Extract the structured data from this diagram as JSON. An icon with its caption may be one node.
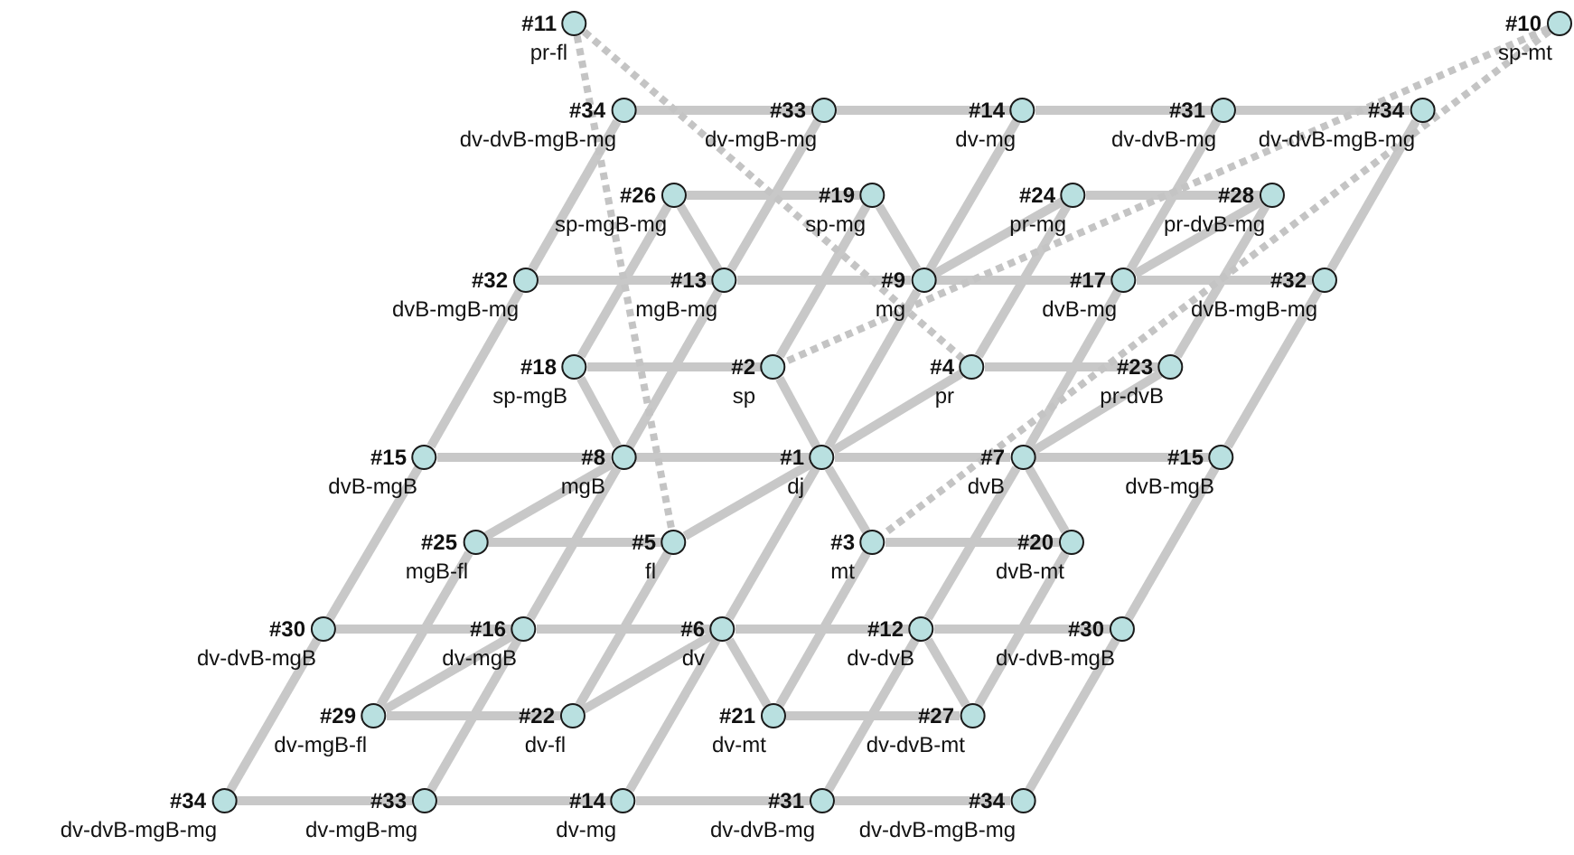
{
  "diagram": {
    "nodes": [
      {
        "text": [
          "#11",
          "pr-fl"
        ]
      },
      {
        "text": [
          "#10",
          "sp-mt"
        ]
      },
      {
        "text": [
          "#34",
          "dv-dvB-mgB-mg"
        ]
      },
      {
        "text": [
          "#33",
          "dv-mgB-mg"
        ]
      },
      {
        "text": [
          "#14",
          "dv-mg"
        ]
      },
      {
        "text": [
          "#31",
          "dv-dvB-mg"
        ]
      },
      {
        "text": [
          "#34",
          "dv-dvB-mgB-mg"
        ]
      },
      {
        "text": [
          "#26",
          "sp-mgB-mg"
        ]
      },
      {
        "text": [
          "#19",
          "sp-mg"
        ]
      },
      {
        "text": [
          "#24",
          "pr-mg"
        ]
      },
      {
        "text": [
          "#28",
          "pr-dvB-mg"
        ]
      },
      {
        "text": [
          "#32",
          "dvB-mgB-mg"
        ]
      },
      {
        "text": [
          "#13",
          "mgB-mg"
        ]
      },
      {
        "text": [
          "#9",
          "mg"
        ]
      },
      {
        "text": [
          "#17",
          "dvB-mg"
        ]
      },
      {
        "text": [
          "#32",
          "dvB-mgB-mg"
        ]
      },
      {
        "text": [
          "#18",
          "sp-mgB"
        ]
      },
      {
        "text": [
          "#2",
          "sp"
        ]
      },
      {
        "text": [
          "#4",
          "pr"
        ]
      },
      {
        "text": [
          "#23",
          "pr-dvB"
        ]
      },
      {
        "text": [
          "#15",
          "dvB-mgB"
        ]
      },
      {
        "text": [
          "#8",
          "mgB"
        ]
      },
      {
        "text": [
          "#1",
          "dj"
        ]
      },
      {
        "text": [
          "#7",
          "dvB"
        ]
      },
      {
        "text": [
          "#15",
          "dvB-mgB"
        ]
      },
      {
        "text": [
          "#25",
          "mgB-fl"
        ]
      },
      {
        "text": [
          "#5",
          "fl"
        ]
      },
      {
        "text": [
          "#3",
          "mt"
        ]
      },
      {
        "text": [
          "#20",
          "dvB-mt"
        ]
      },
      {
        "text": [
          "#30",
          "dv-dvB-mgB"
        ]
      },
      {
        "text": [
          "#16",
          "dv-mgB"
        ]
      },
      {
        "text": [
          "#6",
          "dv"
        ]
      },
      {
        "text": [
          "#12",
          "dv-dvB"
        ]
      },
      {
        "text": [
          "#30",
          "dv-dvB-mgB"
        ]
      },
      {
        "text": [
          "#29",
          "dv-mgB-fl"
        ]
      },
      {
        "text": [
          "#22",
          "dv-fl"
        ]
      },
      {
        "text": [
          "#21",
          "dv-mt"
        ]
      },
      {
        "text": [
          "#27",
          "dv-dvB-mt"
        ]
      },
      {
        "text": [
          "#34",
          "dv-dvB-mgB-mg"
        ]
      },
      {
        "text": [
          "#33",
          "dv-mgB-mg"
        ]
      },
      {
        "text": [
          "#14",
          "dv-mg"
        ]
      },
      {
        "text": [
          "#31",
          "dv-dvB-mg"
        ]
      },
      {
        "text": [
          "#34",
          "dv-dvB-mgB-mg"
        ]
      }
    ],
    "edges": [
      {
        "from": 2,
        "to": 3,
        "arrow": "none"
      },
      {
        "from": 3,
        "to": 4,
        "arrow": "none"
      },
      {
        "from": 4,
        "to": 5,
        "arrow": "none"
      },
      {
        "from": 5,
        "to": 6,
        "arrow": "none"
      },
      {
        "from": 7,
        "to": 8,
        "arrow": "none"
      },
      {
        "from": 9,
        "to": 10,
        "arrow": "none"
      },
      {
        "from": 11,
        "to": 12,
        "arrow": "none"
      },
      {
        "from": 12,
        "to": 13,
        "arrow": "none"
      },
      {
        "from": 13,
        "to": 14,
        "arrow": "none"
      },
      {
        "from": 14,
        "to": 15,
        "arrow": "none"
      },
      {
        "from": 16,
        "to": 17,
        "arrow": "none"
      },
      {
        "from": 18,
        "to": 19,
        "arrow": "none"
      },
      {
        "from": 20,
        "to": 21,
        "arrow": "none"
      },
      {
        "from": 21,
        "to": 22,
        "arrow": "none"
      },
      {
        "from": 22,
        "to": 23,
        "arrow": "none"
      },
      {
        "from": 23,
        "to": 24,
        "arrow": "none"
      },
      {
        "from": 25,
        "to": 26,
        "arrow": "none"
      },
      {
        "from": 27,
        "to": 28,
        "arrow": "none"
      },
      {
        "from": 29,
        "to": 30,
        "arrow": "none"
      },
      {
        "from": 30,
        "to": 31,
        "arrow": "none"
      },
      {
        "from": 31,
        "to": 32,
        "arrow": "none"
      },
      {
        "from": 32,
        "to": 33,
        "arrow": "none"
      },
      {
        "from": 34,
        "to": 35,
        "arrow": "none"
      },
      {
        "from": 36,
        "to": 37,
        "arrow": "none"
      },
      {
        "from": 38,
        "to": 39,
        "arrow": "none"
      },
      {
        "from": 39,
        "to": 40,
        "arrow": "none"
      },
      {
        "from": 40,
        "to": 41,
        "arrow": "none"
      },
      {
        "from": 41,
        "to": 42,
        "arrow": "none"
      },
      {
        "from": 2,
        "to": 11,
        "arrow": "none"
      },
      {
        "from": 11,
        "to": 20,
        "arrow": "none"
      },
      {
        "from": 20,
        "to": 29,
        "arrow": "none"
      },
      {
        "from": 29,
        "to": 38,
        "arrow": "none"
      },
      {
        "from": 3,
        "to": 12,
        "arrow": "none"
      },
      {
        "from": 12,
        "to": 21,
        "arrow": "none"
      },
      {
        "from": 21,
        "to": 30,
        "arrow": "none"
      },
      {
        "from": 30,
        "to": 39,
        "arrow": "none"
      },
      {
        "from": 4,
        "to": 13,
        "arrow": "none"
      },
      {
        "from": 13,
        "to": 22,
        "arrow": "none"
      },
      {
        "from": 22,
        "to": 31,
        "arrow": "none"
      },
      {
        "from": 31,
        "to": 40,
        "arrow": "none"
      },
      {
        "from": 5,
        "to": 14,
        "arrow": "none"
      },
      {
        "from": 14,
        "to": 23,
        "arrow": "none"
      },
      {
        "from": 23,
        "to": 32,
        "arrow": "none"
      },
      {
        "from": 32,
        "to": 41,
        "arrow": "none"
      },
      {
        "from": 6,
        "to": 15,
        "arrow": "none"
      },
      {
        "from": 15,
        "to": 24,
        "arrow": "none"
      },
      {
        "from": 24,
        "to": 33,
        "arrow": "none"
      },
      {
        "from": 33,
        "to": 42,
        "arrow": "none"
      },
      {
        "from": 7,
        "to": 16,
        "arrow": "none"
      },
      {
        "from": 8,
        "to": 17,
        "arrow": "none"
      },
      {
        "from": 9,
        "to": 18,
        "arrow": "none"
      },
      {
        "from": 10,
        "to": 19,
        "arrow": "none"
      },
      {
        "from": 25,
        "to": 34,
        "arrow": "none"
      },
      {
        "from": 26,
        "to": 35,
        "arrow": "none"
      },
      {
        "from": 27,
        "to": 36,
        "arrow": "none"
      },
      {
        "from": 28,
        "to": 37,
        "arrow": "none"
      },
      {
        "from": 7,
        "to": 12,
        "arrow": "none"
      },
      {
        "from": 8,
        "to": 13,
        "arrow": "none"
      },
      {
        "from": 16,
        "to": 21,
        "arrow": "none"
      },
      {
        "from": 17,
        "to": 22,
        "arrow": "none"
      },
      {
        "from": 22,
        "to": 27,
        "arrow": "none"
      },
      {
        "from": 23,
        "to": 28,
        "arrow": "none"
      },
      {
        "from": 31,
        "to": 36,
        "arrow": "none"
      },
      {
        "from": 32,
        "to": 37,
        "arrow": "none"
      },
      {
        "from": 13,
        "to": 9,
        "arrow": "none"
      },
      {
        "from": 14,
        "to": 10,
        "arrow": "none"
      },
      {
        "from": 22,
        "to": 18,
        "arrow": "none"
      },
      {
        "from": 23,
        "to": 19,
        "arrow": "none"
      },
      {
        "from": 21,
        "to": 25,
        "arrow": "none"
      },
      {
        "from": 22,
        "to": 26,
        "arrow": "none"
      },
      {
        "from": 30,
        "to": 34,
        "arrow": "none"
      },
      {
        "from": 31,
        "to": 35,
        "arrow": "none"
      },
      {
        "from": 0,
        "to": 26,
        "arrow": "none",
        "style": "dashed"
      },
      {
        "from": 0,
        "to": 18,
        "arrow": "none",
        "style": "dashed"
      },
      {
        "from": 1,
        "to": 17,
        "arrow": "none",
        "style": "dashed"
      },
      {
        "from": 1,
        "to": 27,
        "arrow": "none",
        "style": "dashed"
      }
    ]
  }
}
